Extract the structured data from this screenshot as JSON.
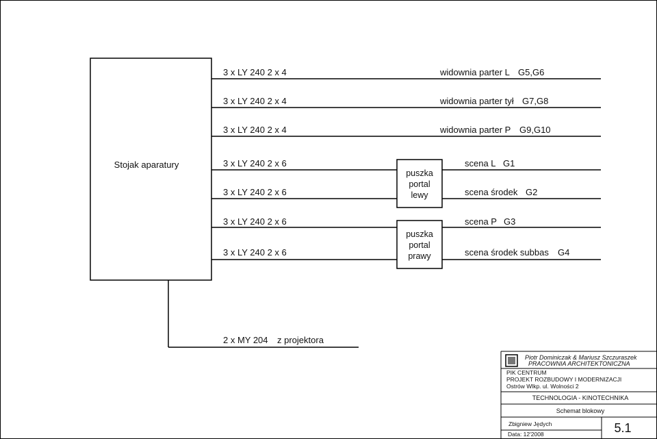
{
  "rack": {
    "label": "Stojak aparatury"
  },
  "connections": [
    {
      "cable": "3 x LY 240 2 x 4",
      "destination": "widownia parter L",
      "groups": "G5,G6"
    },
    {
      "cable": "3 x LY 240 2 x 4",
      "destination": "widownia parter tył",
      "groups": "G7,G8"
    },
    {
      "cable": "3 x LY 240 2 x 4",
      "destination": "widownia parter P",
      "groups": "G9,G10"
    },
    {
      "cable": "3 x LY 240 2 x 6",
      "destination": "scena L",
      "groups": "G1"
    },
    {
      "cable": "3 x LY 240 2 x 6",
      "destination": "scena środek",
      "groups": "G2"
    },
    {
      "cable": "3 x LY 240 2 x 6",
      "destination": "scena P",
      "groups": "G3"
    },
    {
      "cable": "3 x LY 240 2 x 6",
      "destination": "scena środek subbas",
      "groups": "G4"
    }
  ],
  "boxes": [
    {
      "lines": [
        "puszka",
        "portal",
        "lewy"
      ]
    },
    {
      "lines": [
        "puszka",
        "portal",
        "prawy"
      ]
    }
  ],
  "projector": {
    "cable": "2 x MY 204",
    "label": "z projektora"
  },
  "title_block": {
    "authors": "Piotr Dominiczak & Mariusz Szczuraszek",
    "studio": "PRACOWNIA ARCHITEKTONICZNA",
    "project_lines": [
      "PIK CENTRUM",
      "PROJEKT ROZBUDOWY I MODERNIZACJI",
      "Ostrów Wlkp. ul. Wolności 2"
    ],
    "discipline": "TECHNOLOGIA - KINOTECHNIKA",
    "drawing_title": "Schemat blokowy",
    "designer": "Zbigniew Jędych",
    "date": "Data: 12'2008",
    "sheet_number": "5.1"
  }
}
